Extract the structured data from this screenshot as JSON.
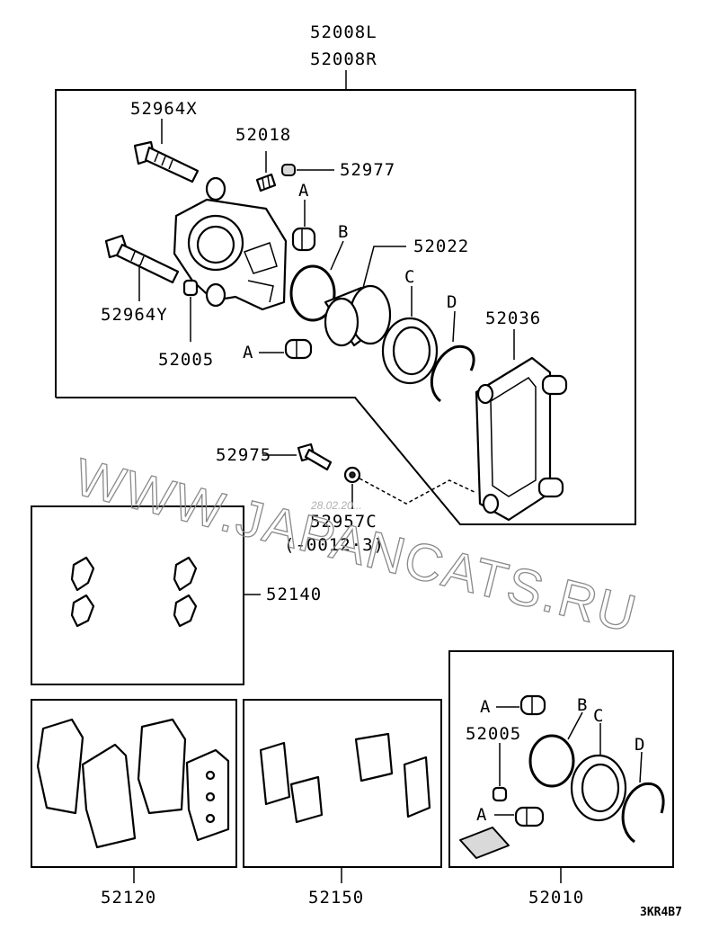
{
  "diagram": {
    "assembly_number_left": "52008L",
    "assembly_number_right": "52008R",
    "labels": {
      "bolt_upper": "52964X",
      "bleeder": "52018",
      "bleeder_cap": "52977",
      "ref_a1": "A",
      "ref_b1": "B",
      "piston": "52022",
      "ref_c1": "C",
      "ref_d1": "D",
      "support": "52036",
      "bolt_lower": "52964Y",
      "bushing": "52005",
      "ref_a2": "A",
      "support_bolt": "52975",
      "washer": "52957C",
      "washer_note": "(-0012·3)",
      "shim_kit": "52140",
      "pad_set": "52120",
      "clip_kit": "52150",
      "seal_kit": "52010",
      "kit_ref_a1": "A",
      "kit_ref_b": "B",
      "kit_ref_c": "C",
      "kit_bushing": "52005",
      "kit_ref_d": "D",
      "kit_ref_a2": "A"
    },
    "diagram_code": "3KR4B7",
    "watermark": "WWW.JAPANCATS.RU",
    "date_stamp": "28.02.20..."
  }
}
